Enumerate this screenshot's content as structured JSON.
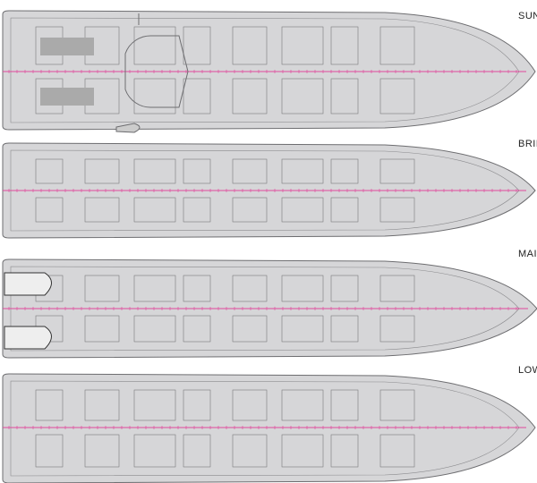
{
  "decks": [
    {
      "name": "SUN",
      "color": "#d6d6d8"
    },
    {
      "name": "BRID",
      "color": "#d6d6d8"
    },
    {
      "name": "MAI",
      "color": "#d6d6d8"
    },
    {
      "name": "LOW",
      "color": "#d6d6d8"
    }
  ],
  "colors": {
    "centerline": "#e0489c",
    "outline": "#6d6d70",
    "hull": "#d6d6d8"
  }
}
